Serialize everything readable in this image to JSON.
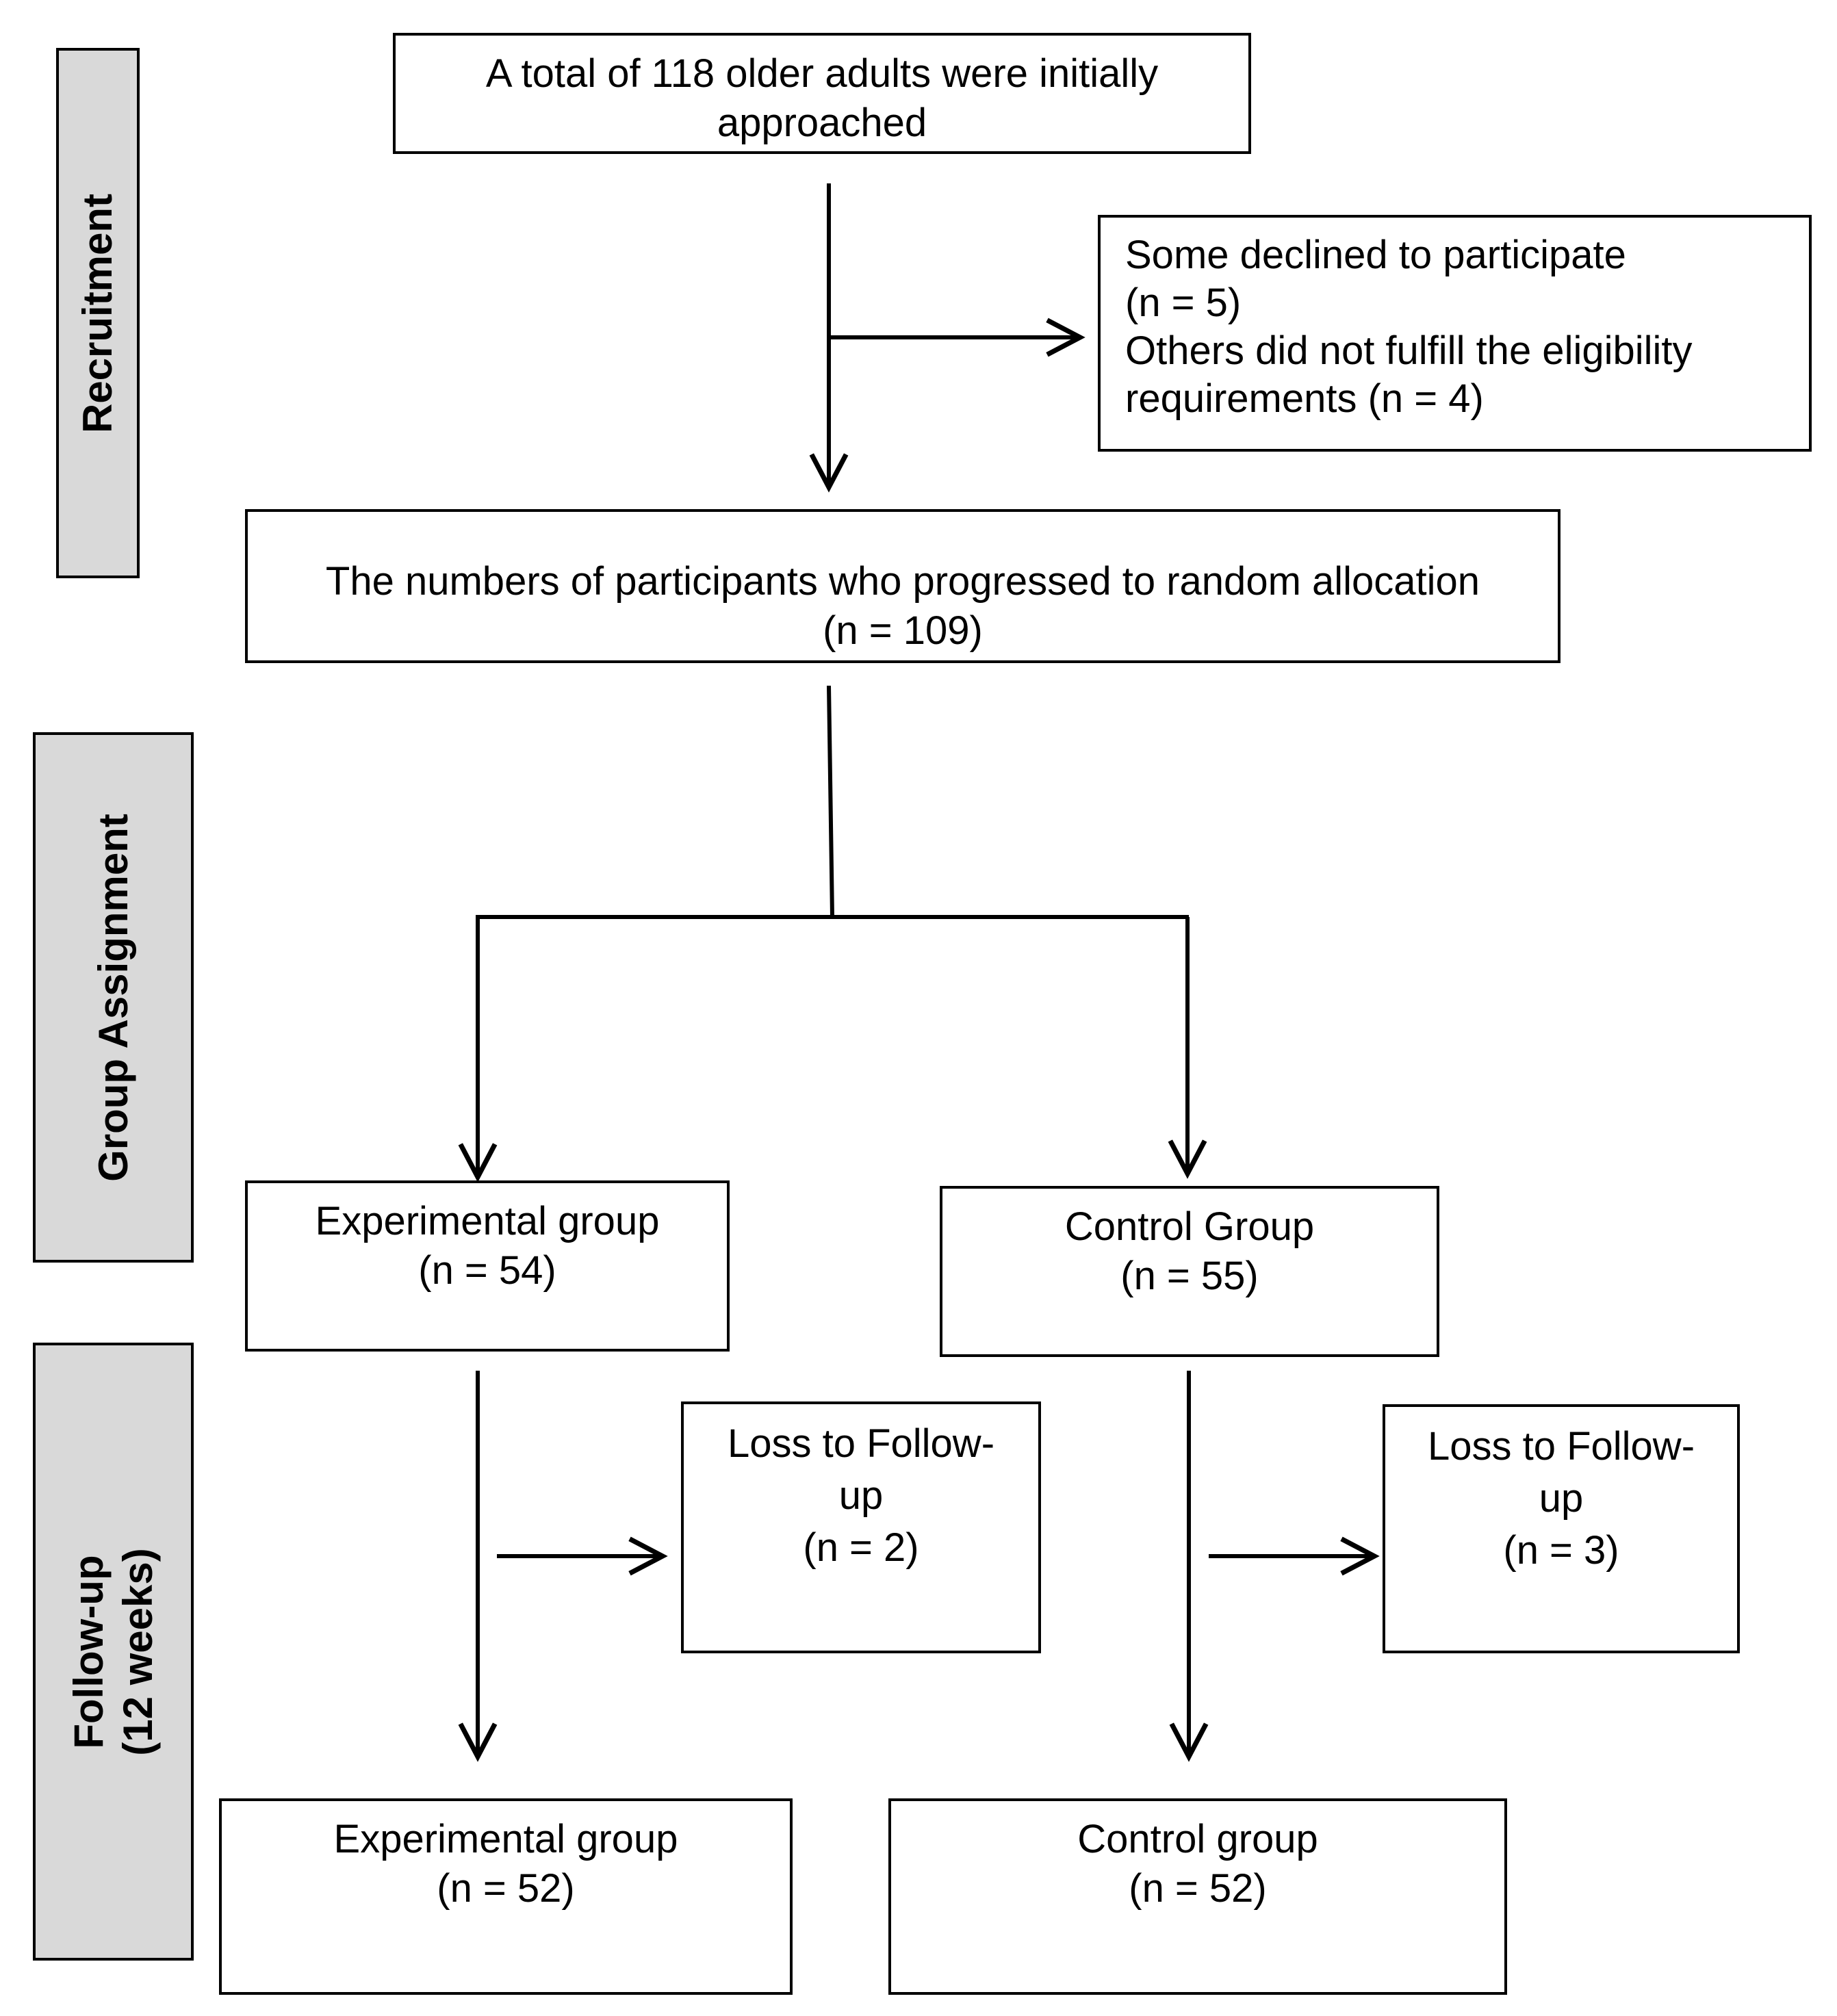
{
  "phases": {
    "recruitment": [
      "Recruitment"
    ],
    "group_assignment": [
      "Group Assignment"
    ],
    "follow_up": [
      "Follow-up",
      "(12 weeks)"
    ]
  },
  "boxes": {
    "initial": [
      "A total of 118  older adults were initially",
      "approached"
    ],
    "excluded": [
      "Some declined to participate",
      "(n = 5)",
      "Others did not fulfill the eligibility",
      "requirements (n = 4)"
    ],
    "randomized": [
      "The numbers of participants who progressed to random allocation",
      "(n = 109)"
    ],
    "experimental_alloc": [
      "Experimental group",
      "(n = 54)"
    ],
    "control_alloc": [
      "Control Group",
      "(n = 55)"
    ],
    "exp_loss": [
      "Loss to Follow-",
      "up",
      "(n = 2)"
    ],
    "ctrl_loss": [
      "Loss to Follow-",
      "up",
      "(n = 3)"
    ],
    "experimental_final": [
      "Experimental group",
      "(n = 52)"
    ],
    "control_final": [
      "Control  group",
      "(n = 52)"
    ]
  }
}
